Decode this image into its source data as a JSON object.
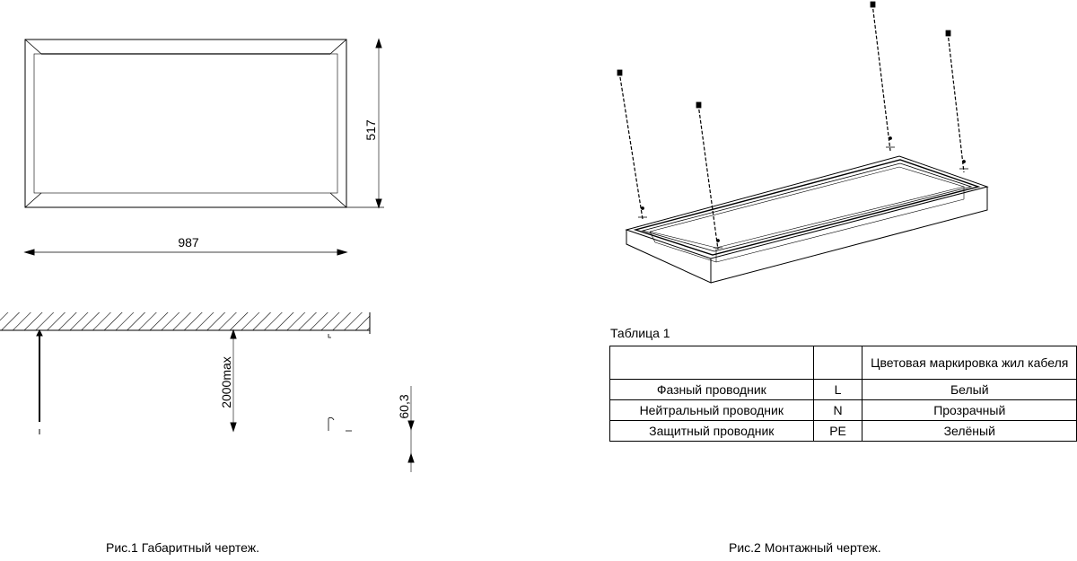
{
  "fig1": {
    "width_label": "987",
    "height_label": "517",
    "suspension_label": "2000max",
    "thickness_label": "60,3",
    "caption": "Рис.1 Габаритный чертеж."
  },
  "fig2": {
    "caption": "Рис.2 Монтажный чертеж."
  },
  "table": {
    "title": "Таблица 1",
    "header": [
      "",
      "",
      "Цветовая маркировка жил кабеля"
    ],
    "rows": [
      [
        "Фазный проводник",
        "L",
        "Белый"
      ],
      [
        "Нейтральный проводник",
        "N",
        "Прозрачный"
      ],
      [
        "Защитный проводник",
        "PE",
        "Зелёный"
      ]
    ]
  }
}
